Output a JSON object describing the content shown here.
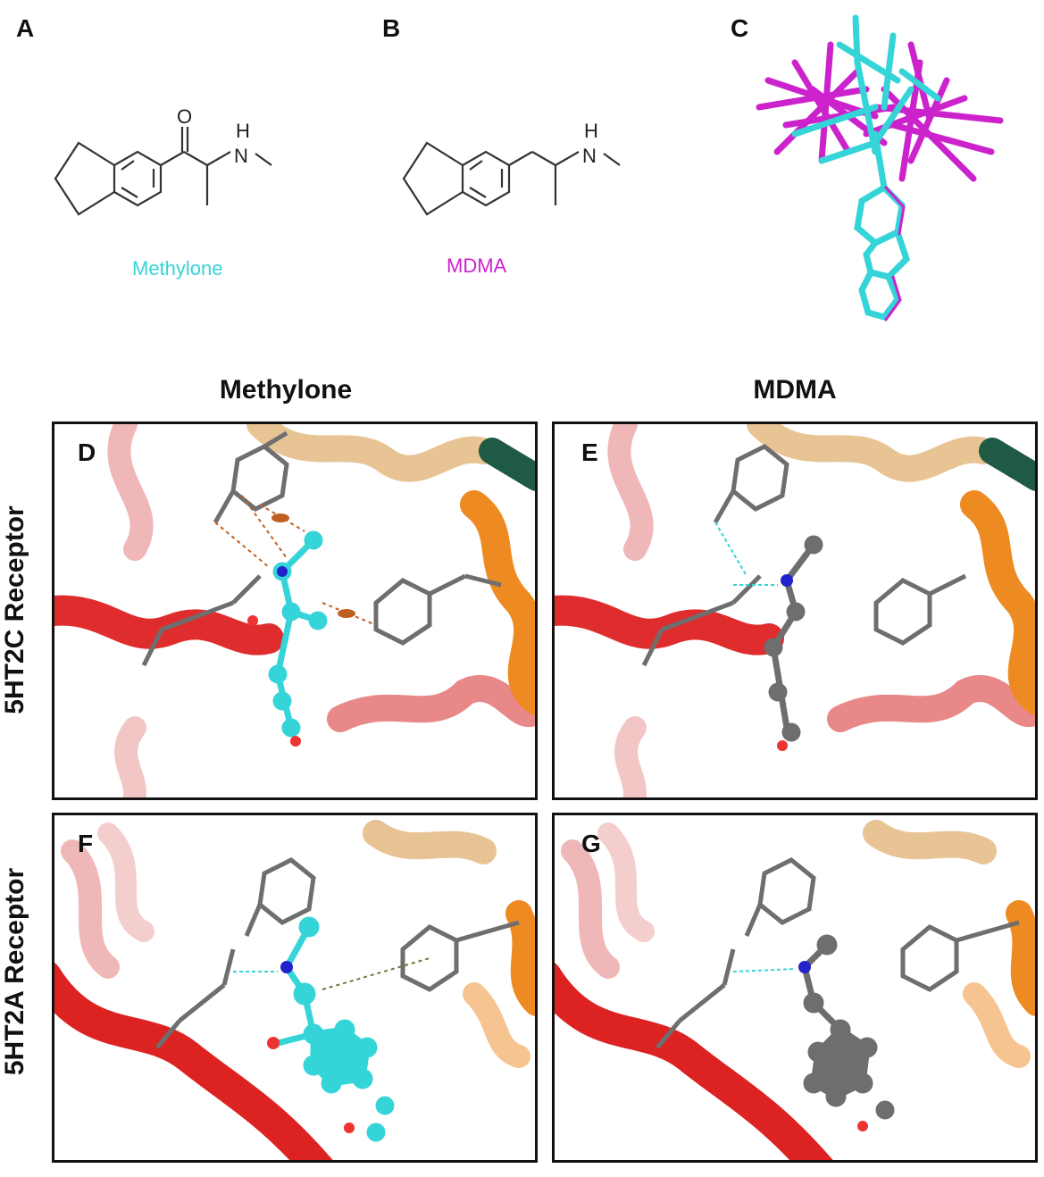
{
  "panels": {
    "a": {
      "label": "A",
      "compound": "Methylone"
    },
    "b": {
      "label": "B",
      "compound": "MDMA"
    },
    "c": {
      "label": "C"
    },
    "d": {
      "label": "D"
    },
    "e": {
      "label": "E"
    },
    "f": {
      "label": "F"
    },
    "g": {
      "label": "G"
    }
  },
  "structure_atoms": {
    "oxygen": "O",
    "nitrogen_h": "H",
    "nitrogen": "N"
  },
  "column_headers": [
    "Methylone",
    "MDMA"
  ],
  "row_labels": [
    "5HT2C Receptor",
    "5HT2A Receptor"
  ],
  "colors": {
    "methylone": "#35d4d8",
    "mdma": "#cc22cc",
    "ligand_gray": "#6e6e6e",
    "helix_red": "#dd2222",
    "helix_orange": "#ee8a22",
    "helix_tan": "#e0b070",
    "helix_green": "#1f5a45"
  }
}
